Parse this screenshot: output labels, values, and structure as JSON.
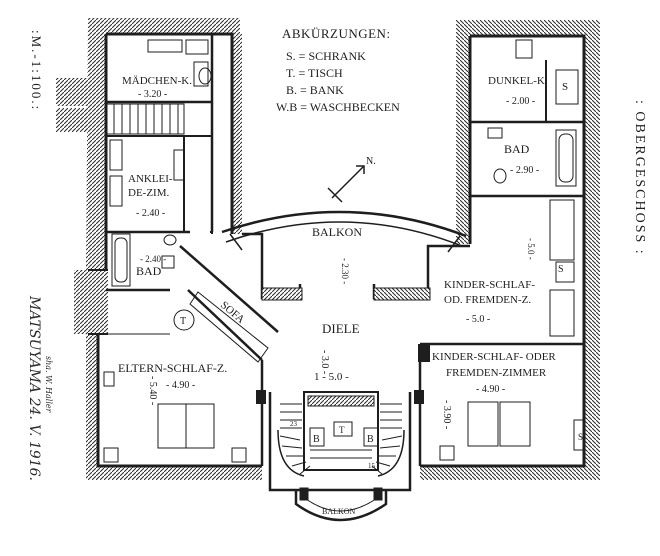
{
  "plan": {
    "scale": ":M.-1:100.:",
    "floor": ": OBERGESCHOSS :",
    "signature": "MATSUYAMA 24. V. 1916.",
    "signature_sub": "sha. W. Haller",
    "north": "N."
  },
  "legend": {
    "title": "ABKÜRZUNGEN:",
    "items": [
      "S. = SCHRANK",
      "T. = TISCH",
      "B. = BANK",
      "W.B = WASCHBECKEN"
    ]
  },
  "rooms": {
    "maedchen": "MÄDCHEN-K.",
    "maedchen_dim": "- 3.20 -",
    "ankleide1": "ANKLEI-",
    "ankleide2": "DE-ZIM.",
    "ankleide_dim": "- 2.40 -",
    "bad_left": "BAD",
    "bad_left_dim": "- 2.40 -",
    "sofa": "SOFA",
    "table": "T",
    "eltern": "ELTERN-SCHLAF-Z.",
    "eltern_dim_h": "- 4.90 -",
    "eltern_dim_v": "- 5.40 -",
    "balkon_top": "BALKON",
    "balkon_dim": "- 2.30 -",
    "diele": "DIELE",
    "diele_dim1": "- 3.0 -",
    "diele_dim2": "1 - 5.0 -",
    "dunkel": "DUNKEL-K.",
    "dunkel_dim": "- 2.00 -",
    "bad_right": "BAD",
    "bad_right_dim": "- 2.90 -",
    "kinder1_a": "KINDER-SCHLAF-",
    "kinder1_b": "OD. FREMDEN-Z.",
    "kinder1_dim_h": "- 5.0 -",
    "kinder1_dim_v": "- 5.0 -",
    "kinder2_a": "KINDER-SCHLAF- ODER",
    "kinder2_b": "FREMDEN-ZIMMER",
    "kinder2_dim_h": "- 4.90 -",
    "kinder2_dim_v": "- 3.90 -",
    "balkon_bottom": "BALKON",
    "stair_num1": "23",
    "stair_num2": "15",
    "bench": "B",
    "shelf": "S"
  }
}
